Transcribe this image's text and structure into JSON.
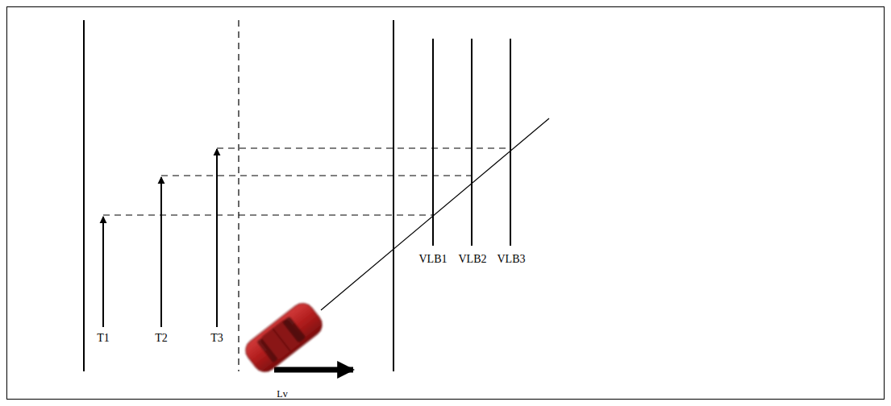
{
  "diagram": {
    "labels": [
      "T1",
      "T2",
      "T3",
      "VLB1",
      "VLB2",
      "VLB3",
      "Lv"
    ]
  }
}
